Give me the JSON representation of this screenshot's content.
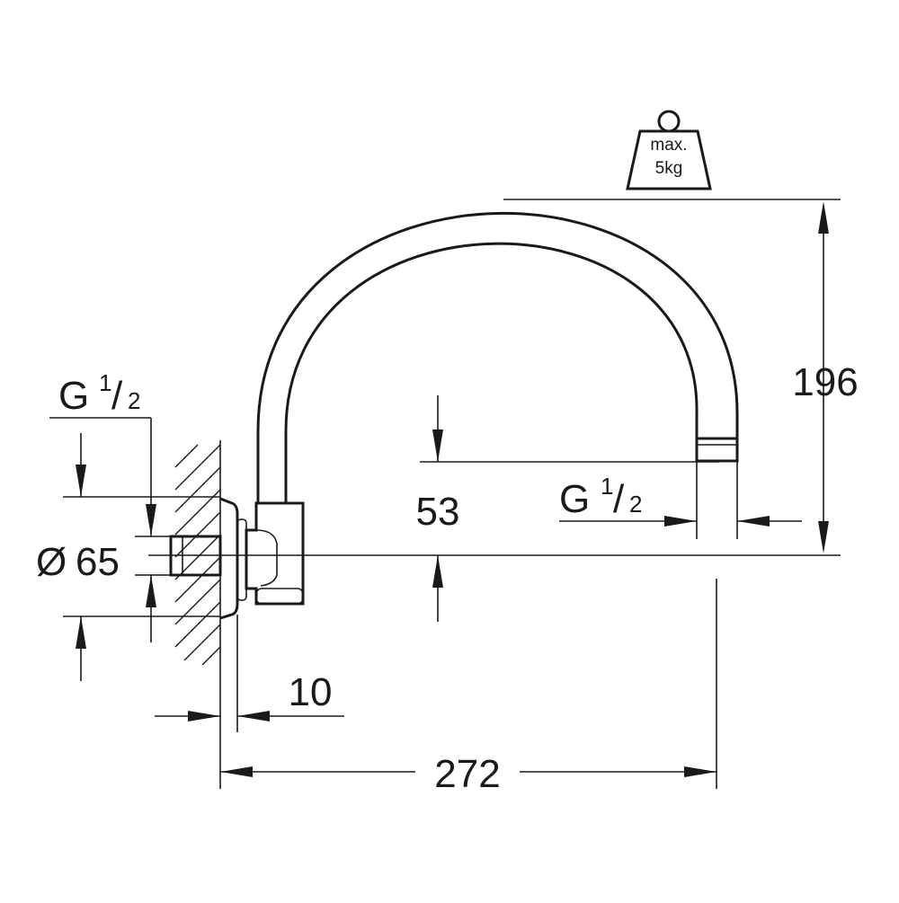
{
  "weight_label": {
    "line1": "max.",
    "line2": "5kg"
  },
  "dimensions": {
    "height": "196",
    "outlet_offset": "53",
    "projection": "272",
    "wall_gap": "10",
    "flange_diameter": {
      "symbol": "Ø",
      "value": "65"
    }
  },
  "thread_left": {
    "letter": "G",
    "numerator": "1",
    "slash": "/",
    "denominator": "2"
  },
  "thread_right": {
    "letter": "G",
    "numerator": "1",
    "slash": "/",
    "denominator": "2"
  }
}
